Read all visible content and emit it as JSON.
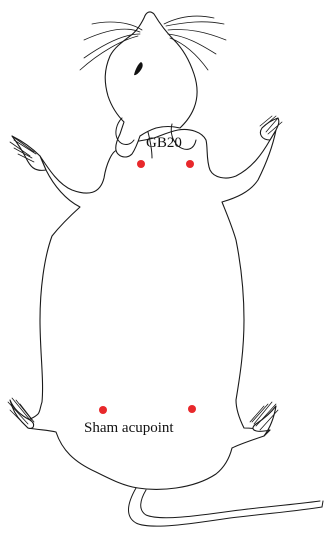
{
  "labels": {
    "gb20": "GB20",
    "sham": "Sham acupoint"
  },
  "colors": {
    "acupoint_dot": "#e8282b",
    "outline": "#1a1a1a"
  },
  "acupoints": [
    {
      "name": "GB20",
      "count": 2
    },
    {
      "name": "Sham acupoint",
      "count": 2
    }
  ]
}
